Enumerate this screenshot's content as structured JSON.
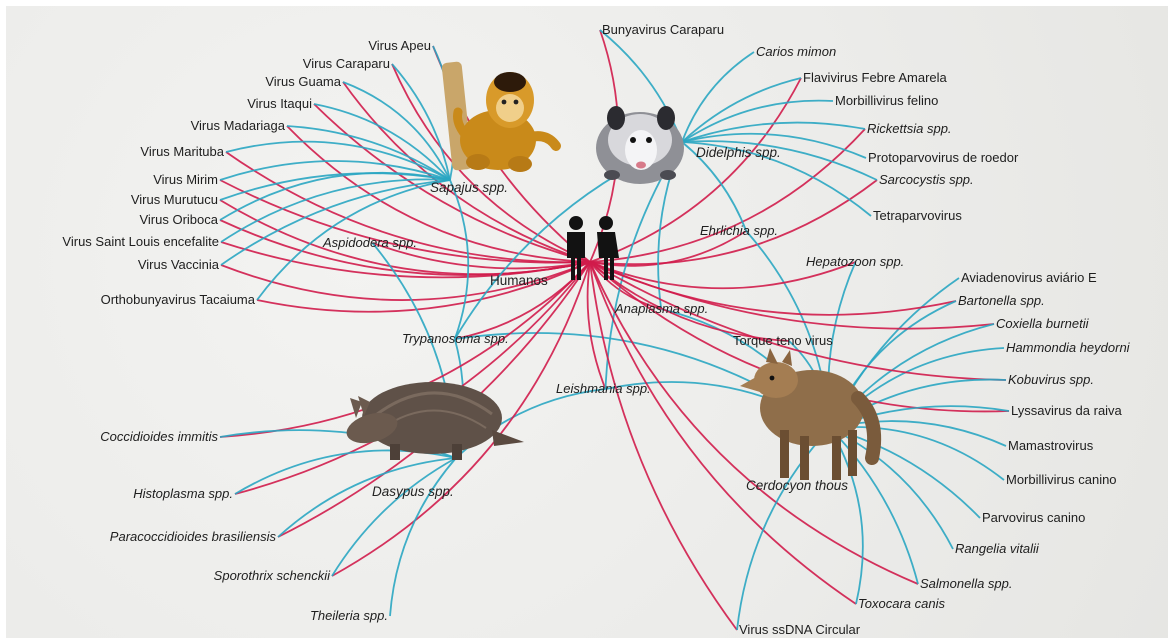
{
  "colors": {
    "red": "#d01c4b",
    "blue": "#2aa6c2",
    "text": "#1e1e1e"
  },
  "center": {
    "label": "Humanos",
    "icon": "human-pair-icon"
  },
  "hosts": [
    {
      "id": "sapajus",
      "label": "Sapajus spp.",
      "italic": true,
      "icon": "capuchin-monkey-icon"
    },
    {
      "id": "didelphis",
      "label": "Didelphis spp.",
      "italic": true,
      "icon": "opossum-icon"
    },
    {
      "id": "dasypus",
      "label": "Dasypus spp.",
      "italic": true,
      "icon": "armadillo-icon"
    },
    {
      "id": "cerdocyon",
      "label": "Cerdocyon thous",
      "italic": true,
      "icon": "fox-icon"
    }
  ],
  "pathogens": [
    {
      "label": "Bunyavirus Caraparu",
      "italic": false
    },
    {
      "label": "Carios mimon",
      "italic": true
    },
    {
      "label": "Flavivirus Febre Amarela",
      "italic": false
    },
    {
      "label": "Morbillivirus felino",
      "italic": false
    },
    {
      "label": "Rickettsia spp.",
      "italic": true
    },
    {
      "label": "Protoparvovirus de roedor",
      "italic": false
    },
    {
      "label": "Sarcocystis spp.",
      "italic": true
    },
    {
      "label": "Tetraparvovirus",
      "italic": false
    },
    {
      "label": "Virus Apeu",
      "italic": false
    },
    {
      "label": "Virus Caraparu",
      "italic": false
    },
    {
      "label": "Virus Guama",
      "italic": false
    },
    {
      "label": "Virus Itaqui",
      "italic": false
    },
    {
      "label": "Virus Madariaga",
      "italic": false
    },
    {
      "label": "Virus Marituba",
      "italic": false
    },
    {
      "label": "Virus Mirim",
      "italic": false
    },
    {
      "label": "Virus Murutucu",
      "italic": false
    },
    {
      "label": "Virus Oriboca",
      "italic": false
    },
    {
      "label": "Virus Saint Louis encefalite",
      "italic": false
    },
    {
      "label": "Virus Vaccinia",
      "italic": false
    },
    {
      "label": "Orthobunyavirus Tacaiuma",
      "italic": false
    },
    {
      "label": "Aspidodera spp.",
      "italic": true
    },
    {
      "label": "Ehrlichia spp.",
      "italic": true
    },
    {
      "label": "Hepatozoon spp.",
      "italic": true
    },
    {
      "label": "Anaplasma spp.",
      "italic": true
    },
    {
      "label": "Trypanosoma spp.",
      "italic": true
    },
    {
      "label": "Leishmania spp.",
      "italic": true
    },
    {
      "label": "Torque teno virus",
      "italic": false
    },
    {
      "label": "Aviadenovirus aviário E",
      "italic": false
    },
    {
      "label": "Bartonella spp.",
      "italic": true
    },
    {
      "label": "Coxiella burnetii",
      "italic": true
    },
    {
      "label": "Hammondia heydorni",
      "italic": true
    },
    {
      "label": "Kobuvirus spp.",
      "italic": true
    },
    {
      "label": "Lyssavirus da raiva",
      "italic": false
    },
    {
      "label": "Mamastrovirus",
      "italic": false
    },
    {
      "label": "Morbillivirus canino",
      "italic": false
    },
    {
      "label": "Parvovirus canino",
      "italic": false
    },
    {
      "label": "Rangelia vitalii",
      "italic": true
    },
    {
      "label": "Salmonella spp.",
      "italic": true
    },
    {
      "label": "Toxocara canis",
      "italic": true
    },
    {
      "label": "Virus ssDNA Circular",
      "italic": false
    },
    {
      "label": "Coccidioides immitis",
      "italic": true
    },
    {
      "label": "Histoplasma spp.",
      "italic": true
    },
    {
      "label": "Paracoccidioides brasiliensis",
      "italic": true
    },
    {
      "label": "Sporothrix schenckii",
      "italic": true
    },
    {
      "label": "Theileria spp.",
      "italic": true
    }
  ],
  "links": [
    [
      "humanos",
      "Virus Apeu",
      "red"
    ],
    [
      "sapajus",
      "Virus Apeu",
      "blue"
    ],
    [
      "humanos",
      "Virus Caraparu",
      "red"
    ],
    [
      "sapajus",
      "Virus Caraparu",
      "blue"
    ],
    [
      "humanos",
      "Virus Guama",
      "red"
    ],
    [
      "sapajus",
      "Virus Guama",
      "blue"
    ],
    [
      "humanos",
      "Virus Itaqui",
      "red"
    ],
    [
      "sapajus",
      "Virus Itaqui",
      "blue"
    ],
    [
      "humanos",
      "Virus Madariaga",
      "red"
    ],
    [
      "sapajus",
      "Virus Madariaga",
      "blue"
    ],
    [
      "humanos",
      "Virus Marituba",
      "red"
    ],
    [
      "sapajus",
      "Virus Marituba",
      "blue"
    ],
    [
      "humanos",
      "Virus Mirim",
      "red"
    ],
    [
      "sapajus",
      "Virus Mirim",
      "blue"
    ],
    [
      "humanos",
      "Virus Murutucu",
      "red"
    ],
    [
      "sapajus",
      "Virus Murutucu",
      "blue"
    ],
    [
      "humanos",
      "Virus Oriboca",
      "red"
    ],
    [
      "sapajus",
      "Virus Oriboca",
      "blue"
    ],
    [
      "humanos",
      "Virus Saint Louis encefalite",
      "red"
    ],
    [
      "sapajus",
      "Virus Saint Louis encefalite",
      "blue"
    ],
    [
      "humanos",
      "Virus Vaccinia",
      "red"
    ],
    [
      "sapajus",
      "Virus Vaccinia",
      "blue"
    ],
    [
      "humanos",
      "Orthobunyavirus Tacaiuma",
      "red"
    ],
    [
      "sapajus",
      "Orthobunyavirus Tacaiuma",
      "blue"
    ],
    [
      "humanos",
      "Aspidodera spp.",
      "red"
    ],
    [
      "dasypus",
      "Aspidodera spp.",
      "blue"
    ],
    [
      "humanos",
      "Bunyavirus Caraparu",
      "red"
    ],
    [
      "didelphis",
      "Bunyavirus Caraparu",
      "blue"
    ],
    [
      "didelphis",
      "Carios mimon",
      "blue"
    ],
    [
      "humanos",
      "Flavivirus Febre Amarela",
      "red"
    ],
    [
      "didelphis",
      "Flavivirus Febre Amarela",
      "blue"
    ],
    [
      "didelphis",
      "Morbillivirus felino",
      "blue"
    ],
    [
      "humanos",
      "Rickettsia spp.",
      "red"
    ],
    [
      "didelphis",
      "Rickettsia spp.",
      "blue"
    ],
    [
      "didelphis",
      "Protoparvovirus de roedor",
      "blue"
    ],
    [
      "humanos",
      "Sarcocystis spp.",
      "red"
    ],
    [
      "didelphis",
      "Sarcocystis spp.",
      "blue"
    ],
    [
      "didelphis",
      "Tetraparvovirus",
      "blue"
    ],
    [
      "humanos",
      "Ehrlichia spp.",
      "red"
    ],
    [
      "didelphis",
      "Ehrlichia spp.",
      "blue"
    ],
    [
      "cerdocyon",
      "Ehrlichia spp.",
      "blue"
    ],
    [
      "humanos",
      "Hepatozoon spp.",
      "red"
    ],
    [
      "cerdocyon",
      "Hepatozoon spp.",
      "blue"
    ],
    [
      "humanos",
      "Anaplasma spp.",
      "red"
    ],
    [
      "cerdocyon",
      "Anaplasma spp.",
      "blue"
    ],
    [
      "didelphis",
      "Anaplasma spp.",
      "blue"
    ],
    [
      "humanos",
      "Trypanosoma spp.",
      "red"
    ],
    [
      "sapajus",
      "Trypanosoma spp.",
      "blue"
    ],
    [
      "dasypus",
      "Trypanosoma spp.",
      "blue"
    ],
    [
      "didelphis",
      "Trypanosoma spp.",
      "blue"
    ],
    [
      "cerdocyon",
      "Trypanosoma spp.",
      "blue"
    ],
    [
      "humanos",
      "Leishmania spp.",
      "red"
    ],
    [
      "dasypus",
      "Leishmania spp.",
      "blue"
    ],
    [
      "cerdocyon",
      "Leishmania spp.",
      "blue"
    ],
    [
      "didelphis",
      "Leishmania spp.",
      "blue"
    ],
    [
      "humanos",
      "Torque teno virus",
      "red"
    ],
    [
      "cerdocyon",
      "Torque teno virus",
      "blue"
    ],
    [
      "cerdocyon",
      "Aviadenovirus aviário E",
      "blue"
    ],
    [
      "humanos",
      "Bartonella spp.",
      "red"
    ],
    [
      "cerdocyon",
      "Bartonella spp.",
      "blue"
    ],
    [
      "humanos",
      "Coxiella burnetii",
      "red"
    ],
    [
      "cerdocyon",
      "Coxiella burnetii",
      "blue"
    ],
    [
      "cerdocyon",
      "Hammondia heydorni",
      "blue"
    ],
    [
      "humanos",
      "Kobuvirus spp.",
      "red"
    ],
    [
      "cerdocyon",
      "Kobuvirus spp.",
      "blue"
    ],
    [
      "humanos",
      "Lyssavirus da raiva",
      "red"
    ],
    [
      "cerdocyon",
      "Lyssavirus da raiva",
      "blue"
    ],
    [
      "cerdocyon",
      "Mamastrovirus",
      "blue"
    ],
    [
      "cerdocyon",
      "Morbillivirus canino",
      "blue"
    ],
    [
      "cerdocyon",
      "Parvovirus canino",
      "blue"
    ],
    [
      "cerdocyon",
      "Rangelia vitalii",
      "blue"
    ],
    [
      "humanos",
      "Salmonella spp.",
      "red"
    ],
    [
      "cerdocyon",
      "Salmonella spp.",
      "blue"
    ],
    [
      "humanos",
      "Toxocara canis",
      "red"
    ],
    [
      "cerdocyon",
      "Toxocara canis",
      "blue"
    ],
    [
      "humanos",
      "Virus ssDNA Circular",
      "red"
    ],
    [
      "cerdocyon",
      "Virus ssDNA Circular",
      "blue"
    ],
    [
      "humanos",
      "Coccidioides immitis",
      "red"
    ],
    [
      "dasypus",
      "Coccidioides immitis",
      "blue"
    ],
    [
      "humanos",
      "Histoplasma spp.",
      "red"
    ],
    [
      "dasypus",
      "Histoplasma spp.",
      "blue"
    ],
    [
      "humanos",
      "Paracoccidioides brasiliensis",
      "red"
    ],
    [
      "dasypus",
      "Paracoccidioides brasiliensis",
      "blue"
    ],
    [
      "humanos",
      "Sporothrix schenckii",
      "red"
    ],
    [
      "dasypus",
      "Sporothrix schenckii",
      "blue"
    ],
    [
      "dasypus",
      "Theileria spp.",
      "blue"
    ]
  ]
}
